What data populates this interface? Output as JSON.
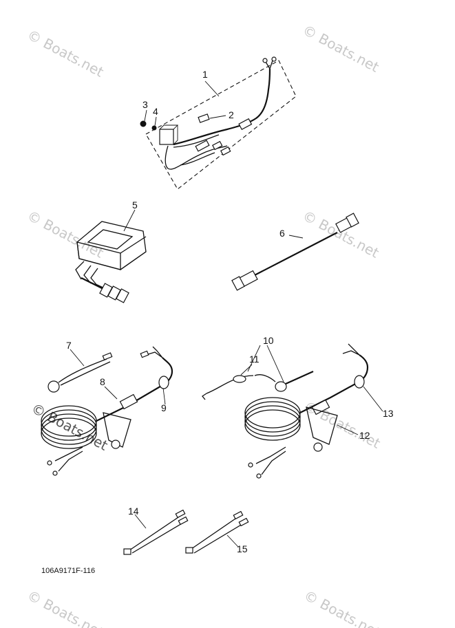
{
  "watermark": "© Boats.net",
  "callouts": {
    "p1": "1",
    "p2": "2",
    "p3": "3",
    "p4": "4",
    "p5": "5",
    "p6": "6",
    "p7": "7",
    "p8": "8",
    "p9": "9",
    "p10": "10",
    "p11": "11",
    "p12": "12",
    "p13": "13",
    "p14": "14",
    "p15": "15"
  },
  "reference_code": "106A9171F-116"
}
